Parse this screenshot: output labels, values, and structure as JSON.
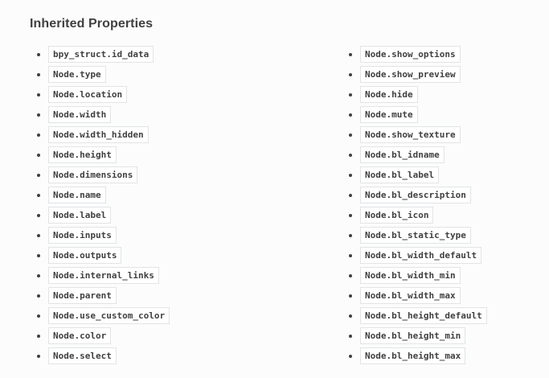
{
  "heading": "Inherited Properties",
  "colors": {
    "page_background": "#fcfcfc",
    "heading_text": "#404040",
    "code_text": "#404040",
    "code_background": "#ffffff",
    "code_border": "#e1e4e5",
    "bullet": "#404040"
  },
  "columns": {
    "left": [
      "bpy_struct.id_data",
      "Node.type",
      "Node.location",
      "Node.width",
      "Node.width_hidden",
      "Node.height",
      "Node.dimensions",
      "Node.name",
      "Node.label",
      "Node.inputs",
      "Node.outputs",
      "Node.internal_links",
      "Node.parent",
      "Node.use_custom_color",
      "Node.color",
      "Node.select"
    ],
    "right": [
      "Node.show_options",
      "Node.show_preview",
      "Node.hide",
      "Node.mute",
      "Node.show_texture",
      "Node.bl_idname",
      "Node.bl_label",
      "Node.bl_description",
      "Node.bl_icon",
      "Node.bl_static_type",
      "Node.bl_width_default",
      "Node.bl_width_min",
      "Node.bl_width_max",
      "Node.bl_height_default",
      "Node.bl_height_min",
      "Node.bl_height_max"
    ]
  }
}
